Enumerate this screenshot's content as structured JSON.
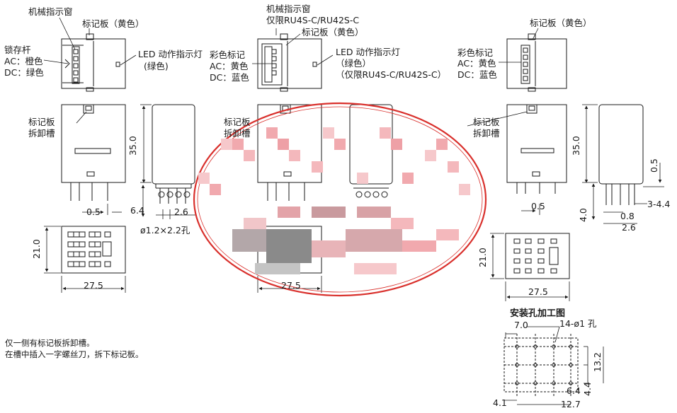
{
  "labels": {
    "window1": "机械指示窗",
    "plate1": "标记板（黄色）",
    "lock": "锁存杆",
    "ac_orange": "AC：橙色",
    "dc_green": "DC：绿色",
    "led1": "LED 动作指示灯",
    "led1_green": "(绿色)",
    "window2": "机械指示窗",
    "only_ru4s": "仅限RU4S-C/RU42S-C",
    "plate2": "标记板（黄色）",
    "color_mark1": "彩色标记",
    "ac_yellow1": "AC：黄色",
    "dc_blue1": "DC：蓝色",
    "led2": "LED 动作指示灯",
    "led2_green": "（绿色）",
    "led2_only": "（仅限RU4S-C/RU42S-C）",
    "plate3": "标记板（黄色）",
    "color_mark2": "彩色标记",
    "ac_yellow2": "AC：黄色",
    "dc_blue2": "DC：蓝色",
    "plate_slot1_a": "标记板",
    "plate_slot1_b": "拆卸槽",
    "plate_slot2_a": "标记板",
    "plate_slot2_b": "拆卸槽",
    "plate_slot3_a": "标记板",
    "plate_slot3_b": "拆卸槽",
    "mount_title": "安装孔加工图"
  },
  "dimensions": {
    "h35_a": "35.0",
    "h35_b": "35.0",
    "d05_a": "0.5",
    "d05_b": "0.5",
    "d05_c": "0.5",
    "d64": "6.4",
    "d26_a": "2.6",
    "d26_b": "2.6",
    "hole": "ø1.2×2.2孔",
    "w21_a": "21.0",
    "w21_b": "21.0",
    "w275_a": "27.5",
    "w275_b": "27.5",
    "w275_c": "27.5",
    "d40": "4.0",
    "d08": "0.8",
    "d344": "3-4.4",
    "m70": "7.0",
    "m14": "14-ø1 孔",
    "m132": "13.2",
    "m44": "4.4",
    "m64": "6.4",
    "m41": "4.1",
    "m127": "12.7"
  },
  "notes": {
    "line1": "仅一侧有标记板拆卸槽。",
    "line2": "在槽中插入一字螺丝刀，拆下标记板。"
  },
  "colors": {
    "line": "#1a1a1a",
    "stamp": "#d9302c",
    "blur_pink": "#f1a9ae",
    "blur_grey": "#8a8a8a"
  }
}
